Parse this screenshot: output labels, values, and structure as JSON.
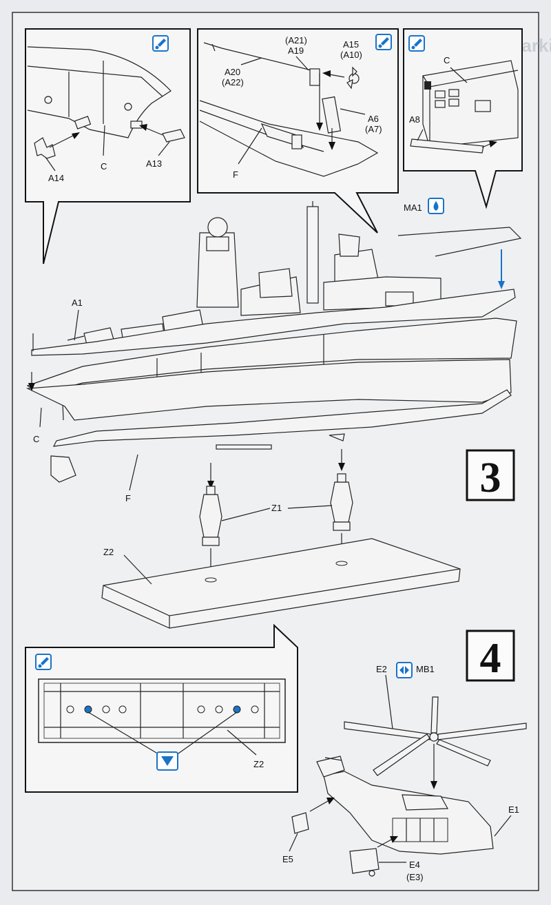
{
  "page": {
    "background": "#e9ebee",
    "accent_color": "#1a73c8",
    "bleed_through_text": "Painting & Marking"
  },
  "step3": {
    "number": "3",
    "callout_left": {
      "icon": "paint-brush-icon",
      "labels": {
        "a14": "A14",
        "c": "C",
        "a13": "A13"
      }
    },
    "callout_mid": {
      "icon": "paint-brush-icon",
      "labels": {
        "a21": "(A21)",
        "a19": "A19",
        "a15": "A15",
        "a10": "(A10)",
        "a20": "A20",
        "a22": "(A22)",
        "a6": "A6",
        "a7": "(A7)",
        "f": "F"
      }
    },
    "callout_right": {
      "icon": "paint-brush-icon",
      "labels": {
        "c": "C",
        "a8": "A8"
      }
    },
    "ma1_label": "MA1",
    "ma1_icon": "water-decal-icon",
    "labels": {
      "a1": "A1",
      "c": "C",
      "f": "F",
      "z1": "Z1",
      "z2": "Z2"
    }
  },
  "step4": {
    "number": "4",
    "callout": {
      "icon": "paint-brush-icon",
      "z2": "Z2",
      "drill_icon": "drill-hole-icon"
    },
    "labels": {
      "e2": "E2",
      "mb1": "MB1",
      "e1": "E1",
      "e5": "E5",
      "e4": "E4",
      "e3": "(E3)"
    },
    "mb1_icon": "rotate-part-icon"
  }
}
